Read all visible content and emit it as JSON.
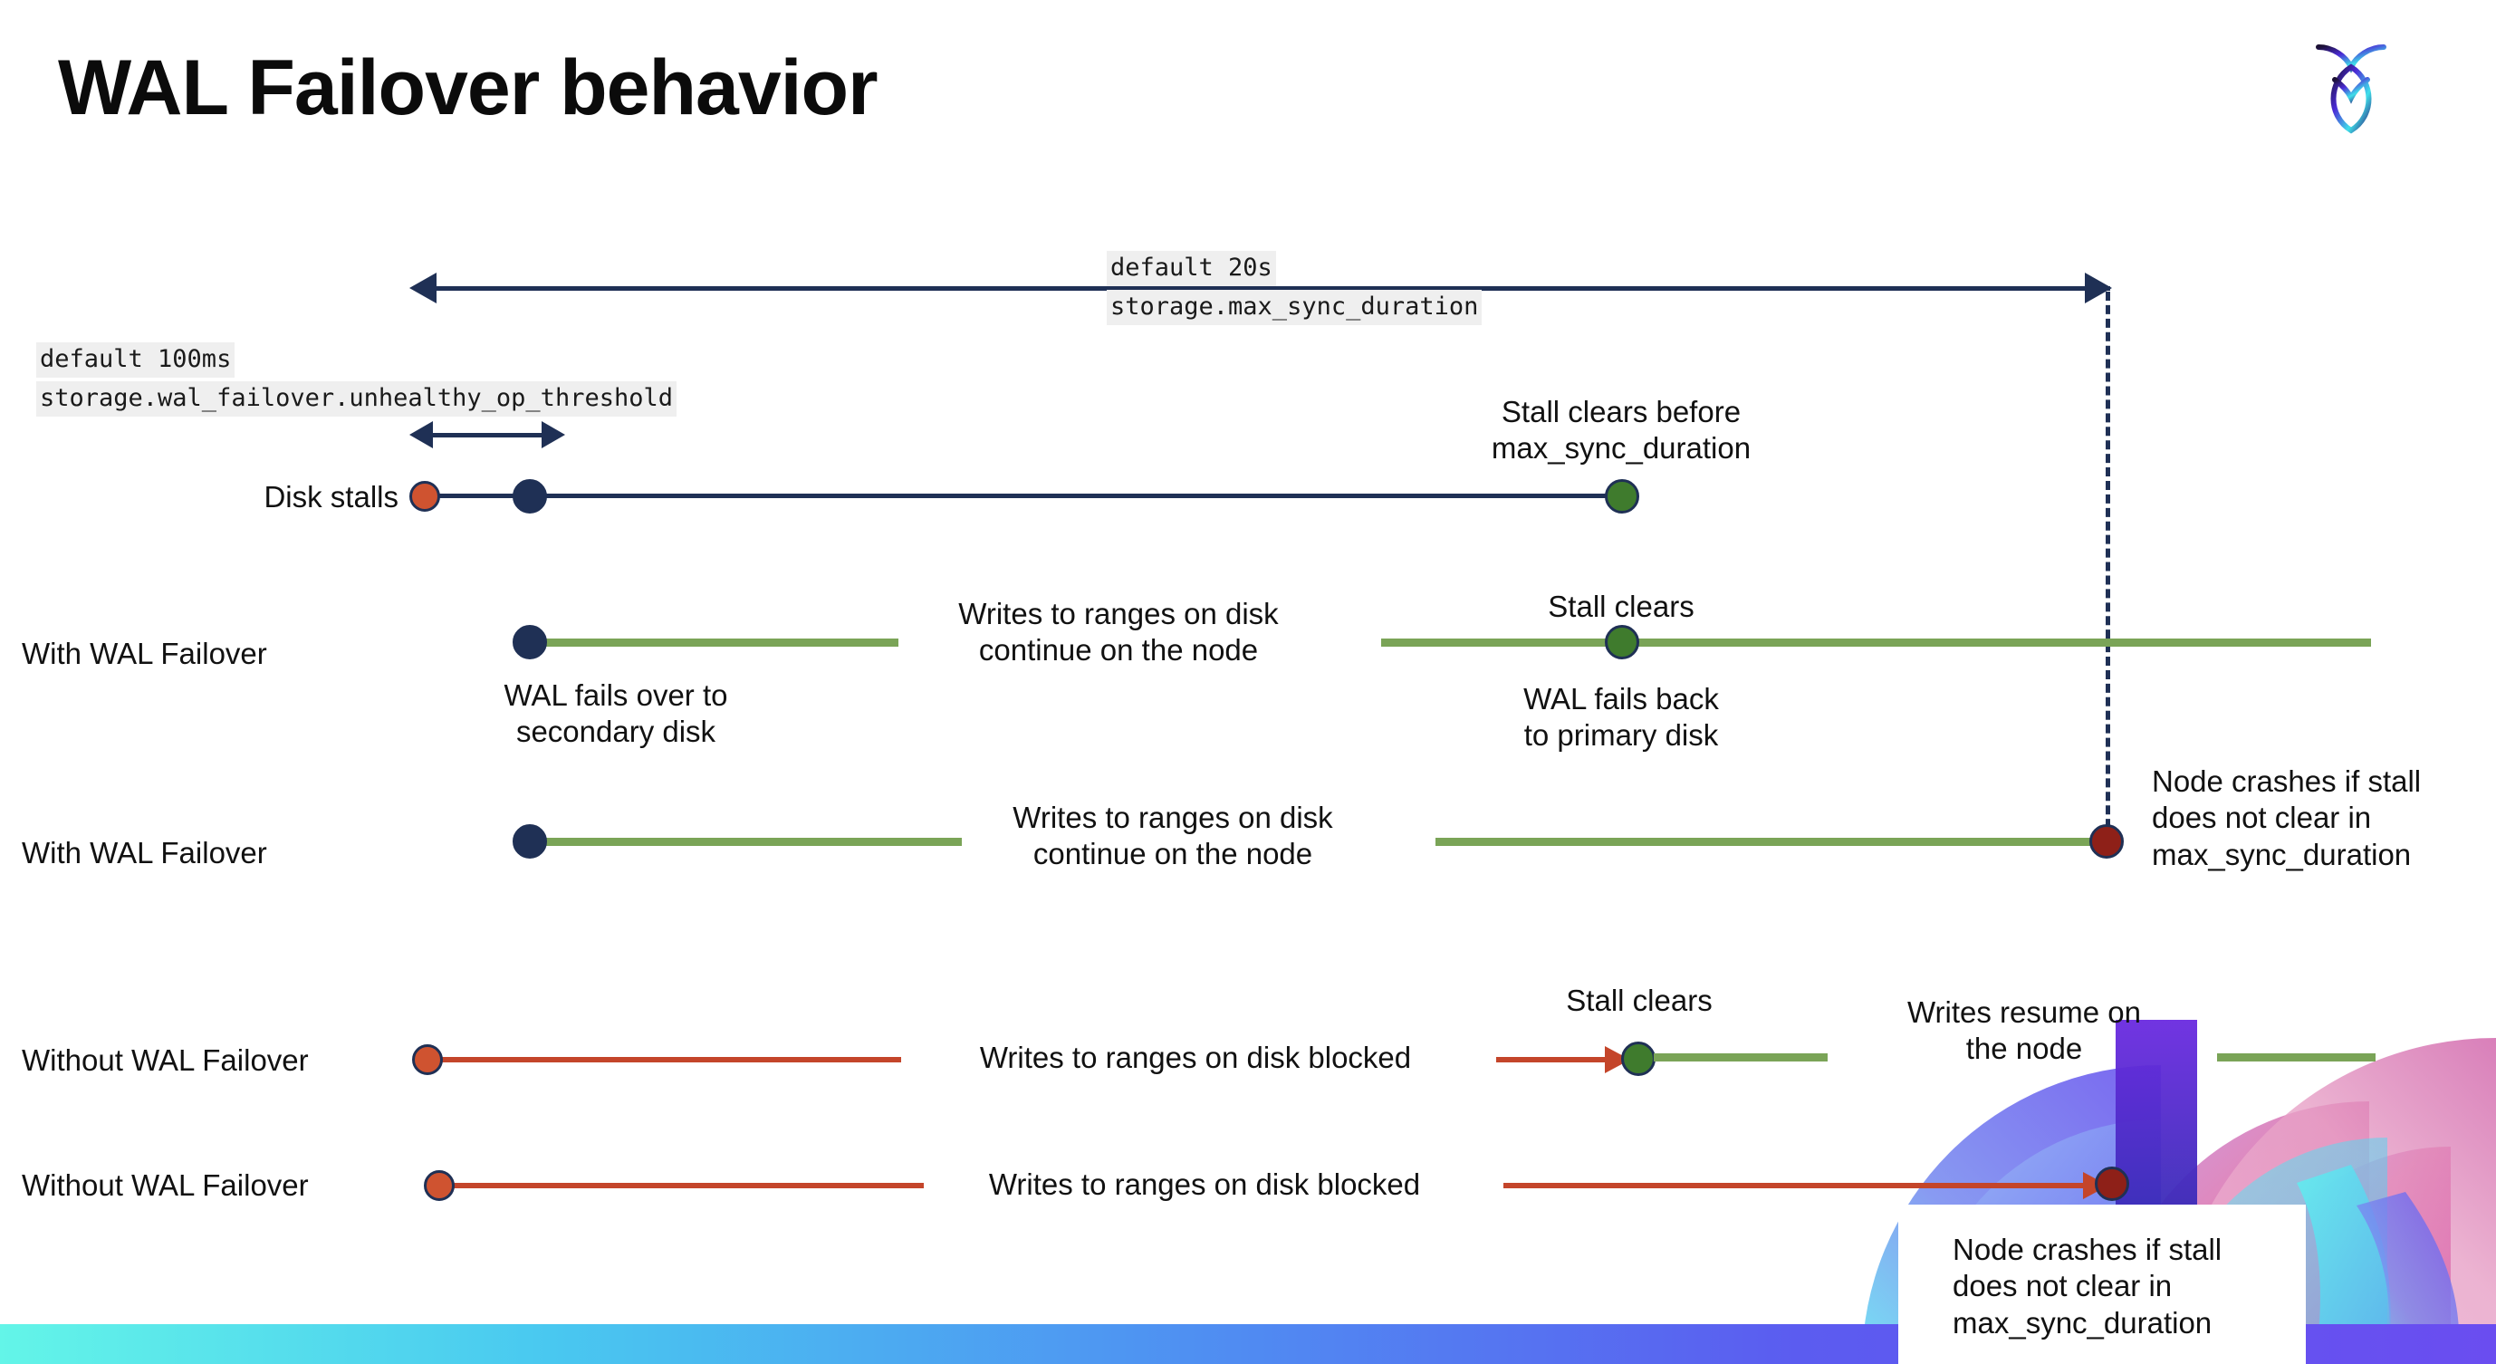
{
  "slide": {
    "title": "WAL Failover behavior",
    "logo_name": "cockroachdb-logo"
  },
  "annotations": {
    "max_sync_default": "default 20s",
    "max_sync_setting": "storage.max_sync_duration",
    "unhealthy_default": "default 100ms",
    "unhealthy_setting": "storage.wal_failover.unhealthy_op_threshold",
    "stall_clears_before": "Stall clears before\nmax_sync_duration",
    "stall_clears_1": "Stall clears",
    "stall_clears_2": "Stall clears",
    "wal_fails_over": "WAL fails over to\nsecondary disk",
    "wal_fails_back": "WAL fails  back\nto primary disk",
    "writes_continue_1": "Writes to ranges on disk\ncontinue on the node",
    "writes_continue_2": "Writes to ranges on disk\ncontinue on the node",
    "writes_blocked_1": "Writes to ranges on disk  blocked",
    "writes_blocked_2": "Writes to ranges on disk  blocked",
    "writes_resume": "Writes resume on\nthe node",
    "node_crashes_1": "Node crashes if stall\ndoes not clear in\nmax_sync_duration",
    "node_crashes_2": "Node crashes if stall\ndoes not clear in\nmax_sync_duration"
  },
  "rows": [
    {
      "label": "Disk stalls"
    },
    {
      "label": "With WAL Failover"
    },
    {
      "label": "With WAL Failover"
    },
    {
      "label": "Without WAL Failover"
    },
    {
      "label": "Without WAL Failover"
    }
  ],
  "colors": {
    "navy": "#1f3055",
    "green_line": "#7aa457",
    "green_dot": "#3f7b2d",
    "orange_dot": "#cf5330",
    "dark_red_dot": "#8e2018",
    "red_line": "#c4452a",
    "chip_bg": "#efefef",
    "bar_gradient_start": "#63f5e8",
    "bar_gradient_end": "#6a4df0"
  }
}
